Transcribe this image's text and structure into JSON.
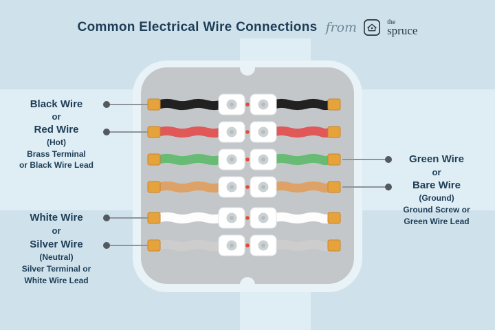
{
  "title": "Common Electrical Wire Connections",
  "brand": {
    "from_text": "from",
    "logo_icon": "spruce-house-logo-icon",
    "name_top": "the",
    "name_bottom": "spruce"
  },
  "colors": {
    "background": "#cfe2ec",
    "band": "#dfedf4",
    "box_ring": "#e8f2f7",
    "box": "#c4c7c9",
    "lug": "#e6a33c",
    "lug_border": "#c5842b",
    "terminal_block": "#ffffff",
    "terminal_block_border": "#e0e4e6",
    "screw": "#ccd1d3",
    "screw_center": "#b6bcbf",
    "connection_dot": "#df4b3c",
    "leader_line": "#8e9498",
    "leader_dot": "#54595d",
    "text": "#1d3d56"
  },
  "wires": [
    {
      "name": "black-wire",
      "color": "#212121"
    },
    {
      "name": "red-wire",
      "color": "#e05858"
    },
    {
      "name": "green-wire",
      "color": "#67bb74"
    },
    {
      "name": "bare-copper-wire",
      "color": "#dda267"
    },
    {
      "name": "white-wire",
      "color": "#fdfdfd"
    },
    {
      "name": "silver-wire",
      "color": "#cdcdcd"
    }
  ],
  "labels": {
    "hot": {
      "lines": [
        "Black Wire",
        "or",
        "Red Wire",
        "(Hot)",
        "Brass Terminal",
        "or Black Wire Lead"
      ]
    },
    "neutral": {
      "lines": [
        "White Wire",
        "or",
        "Silver Wire",
        "(Neutral)",
        "Silver Terminal or",
        "White Wire Lead"
      ]
    },
    "ground": {
      "lines": [
        "Green Wire",
        "or",
        "Bare Wire",
        "(Ground)",
        "Ground Screw or",
        "Green Wire Lead"
      ]
    }
  }
}
